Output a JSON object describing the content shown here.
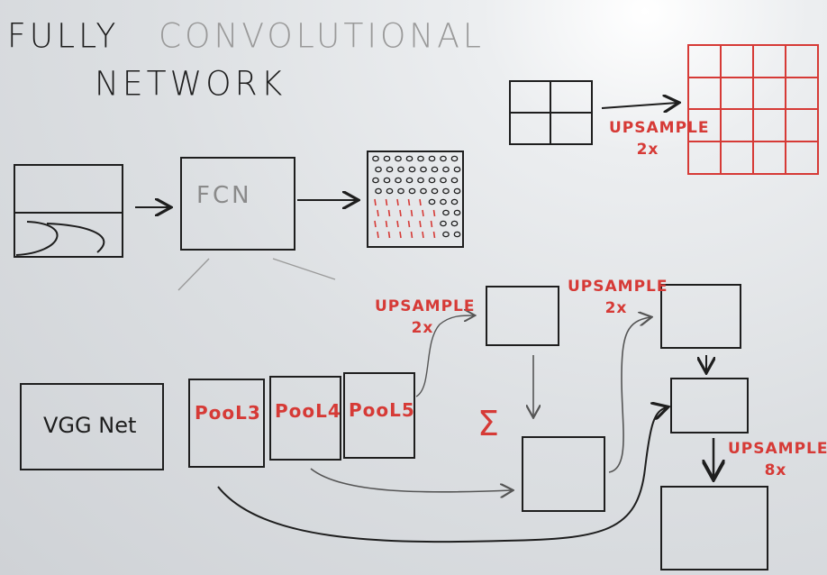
{
  "title": {
    "line1_word1": "FULLY",
    "line1_word2": "CONVOLUTIONAL",
    "line2": "NETWORK"
  },
  "top_flow": {
    "model_label": "FCN"
  },
  "upsample_demo": {
    "label": "UPSAMPLE",
    "factor": "2x"
  },
  "backbone": {
    "label": "VGG Net"
  },
  "pools": [
    "PooL3",
    "PooL4",
    "PooL5"
  ],
  "upsample_steps": [
    {
      "label": "UPSAMPLE",
      "factor": "2x"
    },
    {
      "label": "UPSAMPLE",
      "factor": "2x"
    },
    {
      "label": "UPSAMPLE",
      "factor": "8x"
    }
  ],
  "sum_symbol": "Σ",
  "colors": {
    "ink": "#1e1e1e",
    "marker_red": "#d63a36",
    "board": "#dcdfe2"
  }
}
